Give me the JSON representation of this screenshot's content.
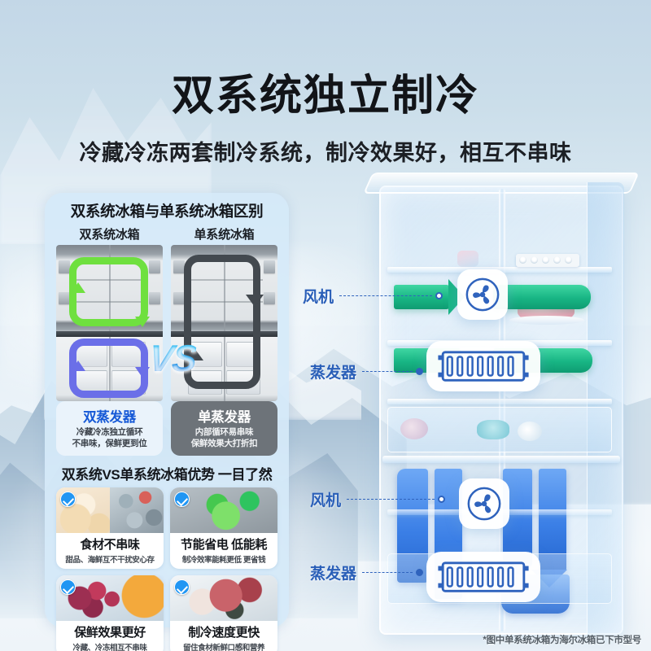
{
  "hero": {
    "title": "双系统独立制冷",
    "subtitle": "冷藏冷冻两套制冷系统，制冷效果好，相互不串味"
  },
  "panel": {
    "title": "双系统冰箱与单系统冰箱区别",
    "compare": {
      "left_label": "双系统冰箱",
      "right_label": "单系统冰箱",
      "vs_badge": "VS",
      "left_chip": {
        "title": "双蒸发器",
        "line1": "冷藏冷冻独立循环",
        "line2": "不串味，保鲜更到位"
      },
      "right_chip": {
        "title": "单蒸发器",
        "line1": "内部循环易串味",
        "line2": "保鲜效果大打折扣"
      }
    },
    "advantages_title": "双系统VS单系统冰箱优势 一目了然",
    "cards": [
      {
        "title": "食材不串味",
        "sub": "甜品、海鲜互不干扰安心存",
        "badge": "check-badge-icon"
      },
      {
        "title": "节能省电 低能耗",
        "sub": "制冷效率能耗更低 更省钱",
        "badge": "check-badge-icon"
      },
      {
        "title": "保鲜效果更好",
        "sub": "冷藏、冷冻相互不串味",
        "badge": "check-badge-icon"
      },
      {
        "title": "制冷速度更快",
        "sub": "留住食材新鲜口感和营养",
        "badge": "check-badge-icon"
      }
    ]
  },
  "callouts": {
    "fridge_fan": "风机",
    "fridge_evaporator": "蒸发器",
    "freezer_fan": "风机",
    "freezer_evaporator": "蒸发器"
  },
  "icons": {
    "fan": "fan-icon",
    "evaporator": "evaporator-icon"
  },
  "footnote": "*图中单系统冰箱为海尔冰箱已下市型号",
  "colors": {
    "accent_blue": "#2f63bd",
    "title_blue": "#1558d6",
    "fridge_airflow_green": "#18b584",
    "freezer_airflow_blue": "#3b7fe6",
    "check_badge": "#2196f3",
    "panel_bg": "#d5e9f8",
    "bad_chip_bg": "#6d7379"
  }
}
